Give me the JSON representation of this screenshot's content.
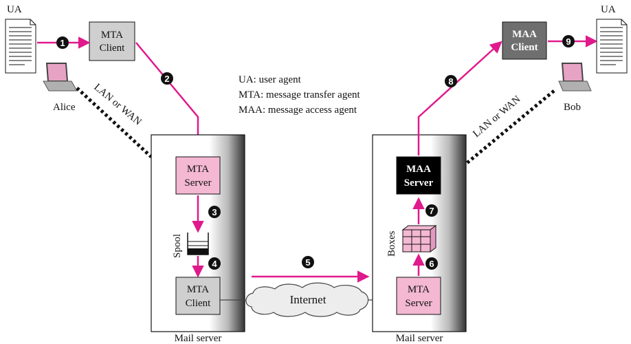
{
  "labels": {
    "ua_left": "UA",
    "ua_right": "UA",
    "alice": "Alice",
    "bob": "Bob",
    "lan_left": "LAN or WAN",
    "lan_right": "LAN or WAN",
    "spool": "Spool",
    "boxes": "Boxes",
    "internet": "Internet",
    "mail_server_left": "Mail server",
    "mail_server_right": "Mail server"
  },
  "boxes": {
    "mta_client_top": [
      "MTA",
      "Client"
    ],
    "mta_server_left": [
      "MTA",
      "Server"
    ],
    "mta_client_bottom": [
      "MTA",
      "Client"
    ],
    "mta_server_right": [
      "MTA",
      "Server"
    ],
    "maa_server": [
      "MAA",
      "Server"
    ],
    "maa_client": [
      "MAA",
      "Client"
    ]
  },
  "legend": [
    "UA: user agent",
    "MTA: message transfer agent",
    "MAA: message access agent"
  ],
  "steps": [
    "1",
    "2",
    "3",
    "4",
    "5",
    "6",
    "7",
    "8",
    "9"
  ],
  "colors": {
    "arrow": "#e0198c",
    "pink_box": "#f4b8d2",
    "gray_box": "#cfcfcf",
    "dark_box": "#6f6f6f",
    "black_box": "#000000"
  }
}
